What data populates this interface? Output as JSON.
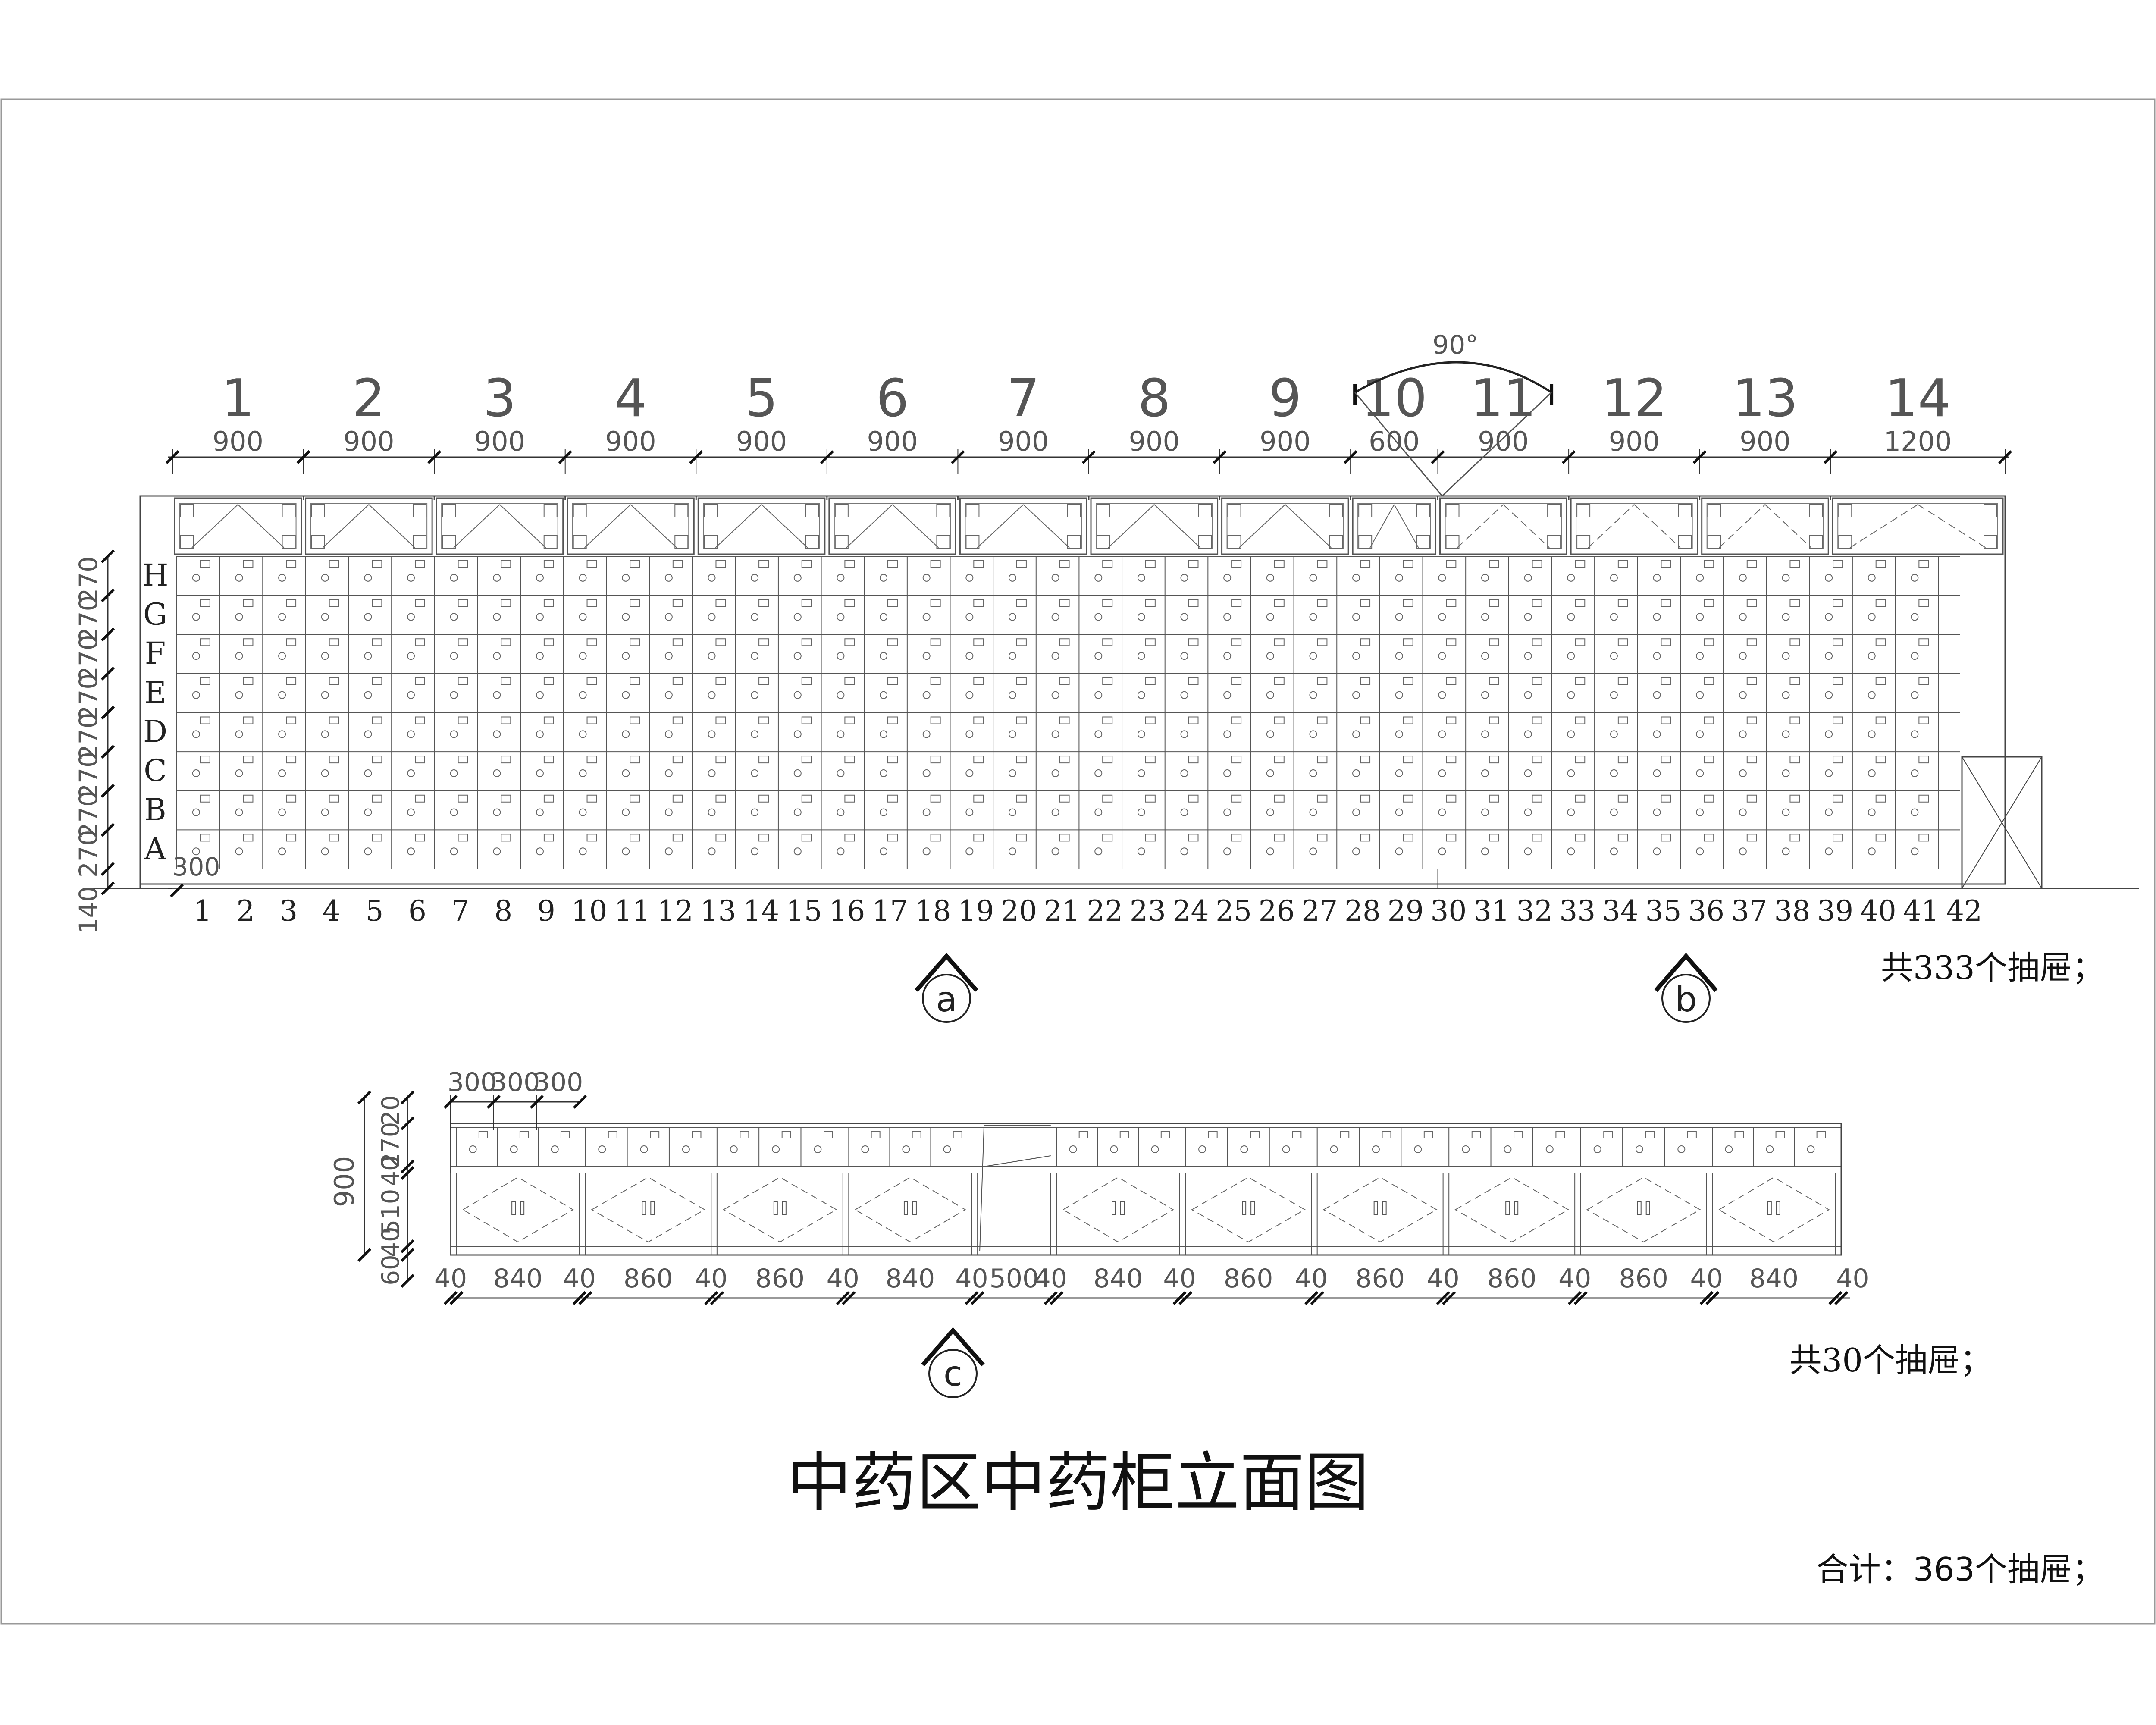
{
  "title": "中药区中药柜立面图",
  "total_note": "合计：363个抽屉；",
  "elevation_1": {
    "bay_numbers": [
      "1",
      "2",
      "3",
      "4",
      "5",
      "6",
      "7",
      "8",
      "9",
      "10",
      "11",
      "12",
      "13",
      "14"
    ],
    "bay_widths": [
      "900",
      "900",
      "900",
      "900",
      "900",
      "900",
      "900",
      "900",
      "900",
      "600",
      "900",
      "900",
      "900",
      "1200"
    ],
    "angle_label": "90°",
    "row_letters": [
      "H",
      "G",
      "F",
      "E",
      "D",
      "C",
      "B",
      "A"
    ],
    "row_heights": [
      "270",
      "270",
      "270",
      "270",
      "270",
      "270",
      "270",
      "270"
    ],
    "base_height": "140",
    "drawer_width": "300",
    "column_numbers": [
      "1",
      "2",
      "3",
      "4",
      "5",
      "6",
      "7",
      "8",
      "9",
      "10",
      "11",
      "12",
      "13",
      "14",
      "15",
      "16",
      "17",
      "18",
      "19",
      "20",
      "21",
      "22",
      "23",
      "24",
      "25",
      "26",
      "27",
      "28",
      "29",
      "30",
      "31",
      "32",
      "33",
      "34",
      "35",
      "36",
      "37",
      "38",
      "39",
      "40",
      "41",
      "42"
    ],
    "section_a": "a",
    "section_b": "b",
    "count_note": "共333个抽屉；"
  },
  "elevation_2": {
    "top_dims": [
      "300",
      "300",
      "300"
    ],
    "height_total": "900",
    "height_parts": [
      "20",
      "270",
      "40",
      "510",
      "40",
      "60"
    ],
    "width_dims": [
      "40",
      "840",
      "40",
      "860",
      "40",
      "860",
      "40",
      "840",
      "40",
      "500",
      "40",
      "840",
      "40",
      "860",
      "40",
      "860",
      "40",
      "860",
      "40",
      "860",
      "40",
      "840",
      "40"
    ],
    "section_c": "c",
    "count_note": "共30个抽屉；"
  }
}
